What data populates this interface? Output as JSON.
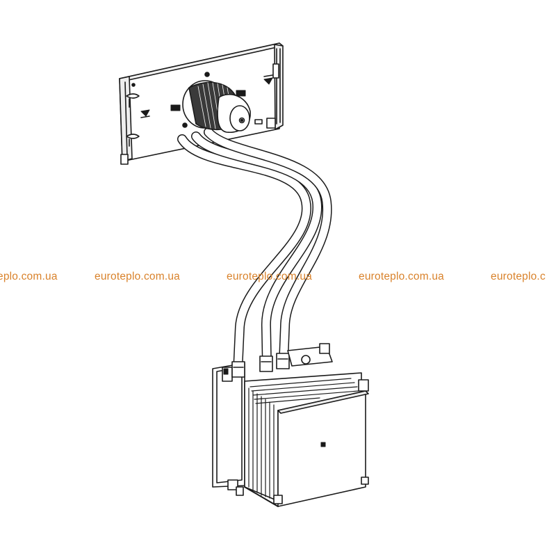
{
  "watermark": {
    "text_items": [
      "eplo.com.ua",
      "euroteplo.com.ua",
      "euroteplo.com.ua",
      "euroteplo.com.ua",
      "euroteplo.c"
    ],
    "color": "#d9822b"
  },
  "colors": {
    "line": "#1a1a1a",
    "fill": "#ffffff",
    "shade": "#d8d8d8"
  }
}
